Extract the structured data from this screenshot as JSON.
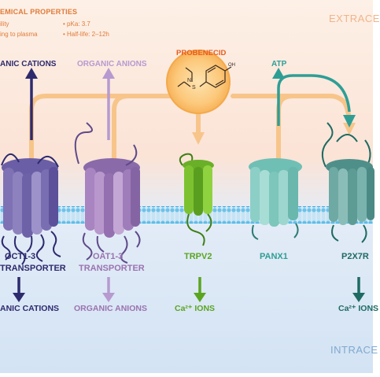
{
  "compartments": {
    "extracellular": "EXTRACE",
    "intracellular": "INTRACE"
  },
  "properties": {
    "title": "EMICAL PROPERTIES",
    "items": [
      "ility",
      "pKa: 3.7",
      "ing to plasma",
      "Half-life: 2–12h"
    ]
  },
  "drug": {
    "name": "PROBENECID"
  },
  "proteins": [
    {
      "top_label": "ANIC CATIONS",
      "name_line1": "OCT1-3",
      "name_line2": "TRANSPORTER",
      "bottom_label": "ANIC CATIONS",
      "color": "#2d2a6e",
      "body_color": "#8d82bd"
    },
    {
      "top_label": "ORGANIC ANIONS",
      "name_line1": "OAT1-3",
      "name_line2": "TRANSPORTER",
      "bottom_label": "ORGANIC ANIONS",
      "color": "#9b73b0",
      "body_color": "#a884c0"
    },
    {
      "top_label": "",
      "name_line1": "TRPV2",
      "name_line2": "",
      "bottom_label": "Ca²⁺ IONS",
      "color": "#5aa520",
      "body_color": "#7cc230"
    },
    {
      "top_label": "ATP",
      "name_line1": "PANX1",
      "name_line2": "",
      "bottom_label": "",
      "color": "#2e9e95",
      "body_color": "#8ccfc6"
    },
    {
      "top_label": "",
      "name_line1": "P2X7R",
      "name_line2": "",
      "bottom_label": "Ca²⁺ IONS",
      "color": "#1e6b63",
      "body_color": "#6ea9a3"
    }
  ],
  "colors": {
    "extracellular_bg": "#fdeee3",
    "intracellular_bg": "#d9e8f5",
    "membrane": "#4fb6e6",
    "drug_line": "#f6c07a",
    "drug_circle": "#fbbf6e"
  }
}
